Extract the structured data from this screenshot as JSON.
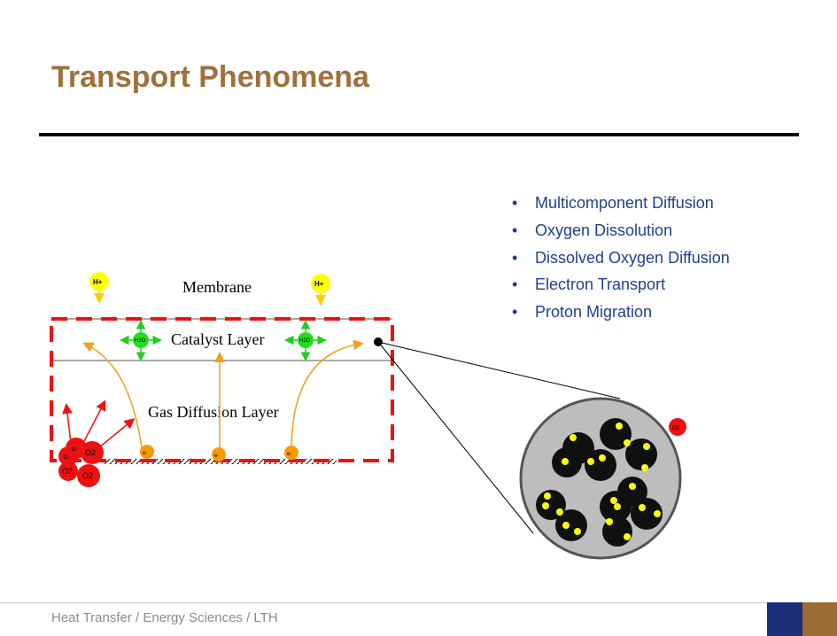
{
  "slide": {
    "title": "Transport Phenomena",
    "footer": "Heat Transfer / Energy Sciences / LTH"
  },
  "bullets": [
    "Multicomponent Diffusion",
    "Oxygen Dissolution",
    "Dissolved Oxygen Diffusion",
    "Electron Transport",
    "Proton Migration"
  ],
  "diagram": {
    "layers": {
      "membrane": "Membrane",
      "catalyst": "Catalyst Layer",
      "gdl": "Gas Diffusion Layer"
    },
    "proton_label": "H+",
    "water_label": "H2O",
    "electron_label": "e-",
    "oxygen_label": "O2",
    "oxygen_small_label": "O",
    "colors": {
      "oxygen": "#ee1111",
      "proton": "#ffff00",
      "water": "#22dd22",
      "electron": "#ff9900",
      "dashed_box": "#ee1111",
      "arrow_orange": "#f0a020",
      "agglomerate_bg": "#bdbdbd",
      "particle": "#101010",
      "platinum": "#ffff00"
    }
  }
}
